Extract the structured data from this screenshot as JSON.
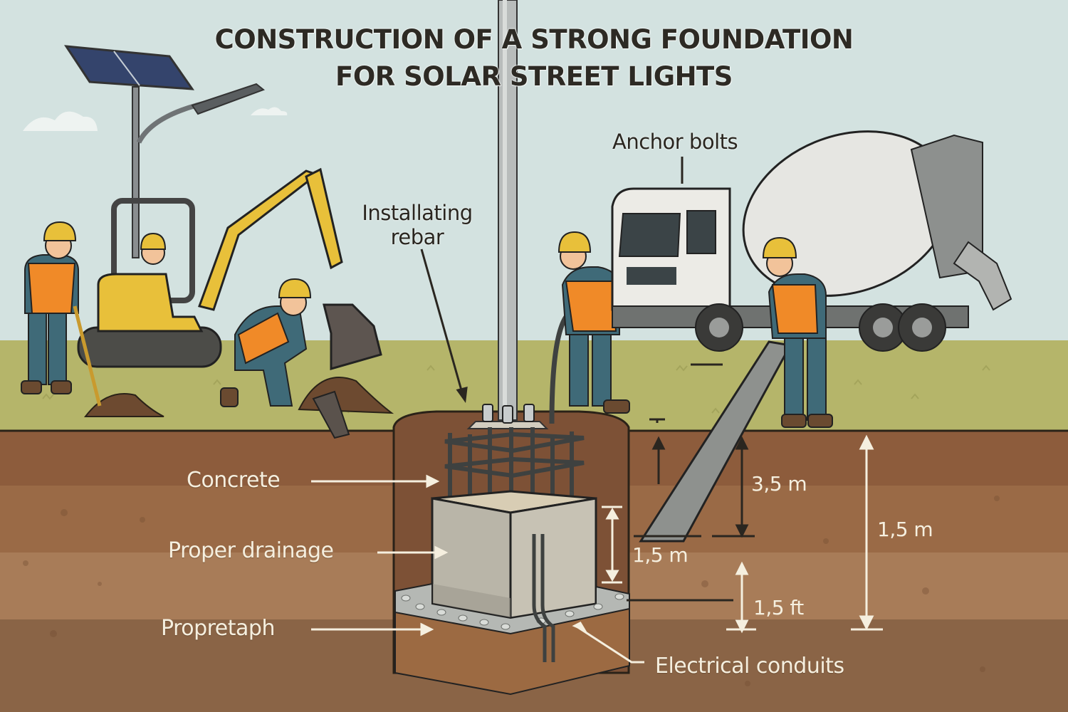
{
  "title": {
    "line1": "CONSTRUCTION OF A STRONG FOUNDATION",
    "line2": "FOR SOLAR STREET LIGHTS"
  },
  "callouts": {
    "installing_rebar": {
      "line1": "Installating",
      "line2": "rebar"
    },
    "anchor_bolts": "Anchor bolts",
    "concrete": "Concrete",
    "proper_drainage": "Proper drainage",
    "propretaph": "Propretaph",
    "electrical_conduits": "Electrical conduits"
  },
  "dimensions": {
    "footing_height": "1,5 m",
    "depth_upper": "3,5 m",
    "depth_total": "1,5 m",
    "gravel_layer": "1,5 ft"
  },
  "scene": {
    "elements": [
      "solar-street-light",
      "mini-excavator",
      "worker-with-shovel",
      "worker-kneeling",
      "excavator-operator",
      "worker-with-conduit",
      "concrete-mixer-truck",
      "worker-with-chute",
      "pole",
      "rebar-cage",
      "concrete-footing",
      "gravel-bed",
      "electrical-conduits"
    ]
  },
  "colors": {
    "sky": "#d3e2e0",
    "grass": "#b5b56a",
    "soil_top": "#8d5c3c",
    "soil_mid": "#9a6a46",
    "soil_light": "#a87c58",
    "soil_bottom": "#8a6446",
    "concrete": "#b9b5a8",
    "excavator_yellow": "#e8c03a",
    "vest_orange": "#f08a28",
    "workwear_blue": "#3f6a78",
    "label_light": "#f5efdf",
    "label_dark": "#2a2620"
  }
}
